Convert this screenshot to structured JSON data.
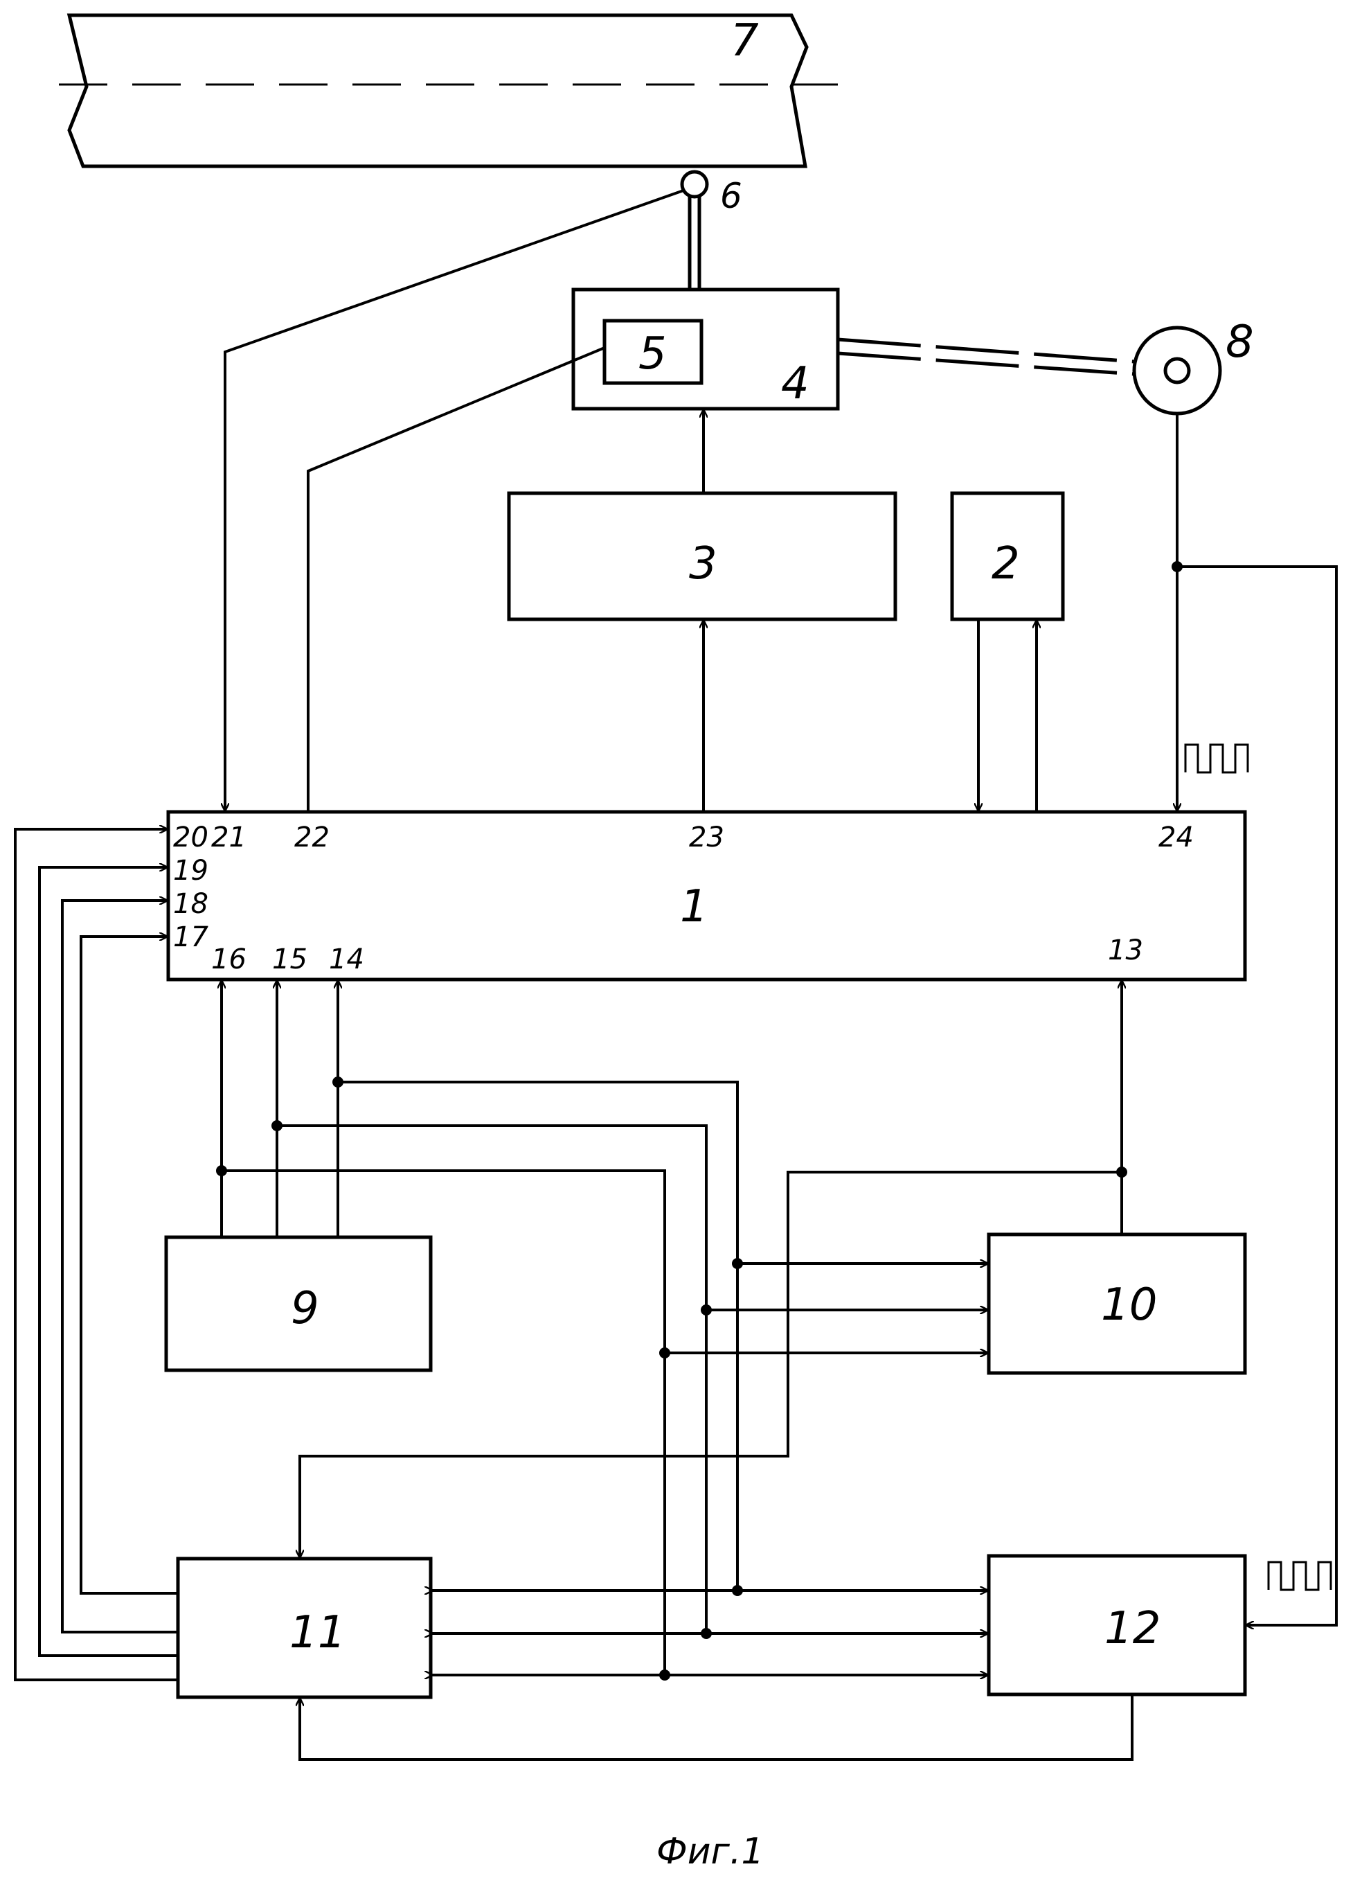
{
  "blocks": {
    "b1": "1",
    "b2": "2",
    "b3": "3",
    "b4": "4",
    "b5": "5",
    "b6": "6",
    "b7": "7",
    "b8": "8",
    "b9": "9",
    "b10": "10",
    "b11": "11",
    "b12": "12"
  },
  "pins": {
    "p13": "13",
    "p14": "14",
    "p15": "15",
    "p16": "16",
    "p17": "17",
    "p18": "18",
    "p19": "19",
    "p20": "20",
    "p21": "21",
    "p22": "22",
    "p23": "23",
    "p24": "24"
  },
  "caption": "Фиг.1",
  "style": {
    "stroke": "#000000",
    "background": "#ffffff"
  }
}
